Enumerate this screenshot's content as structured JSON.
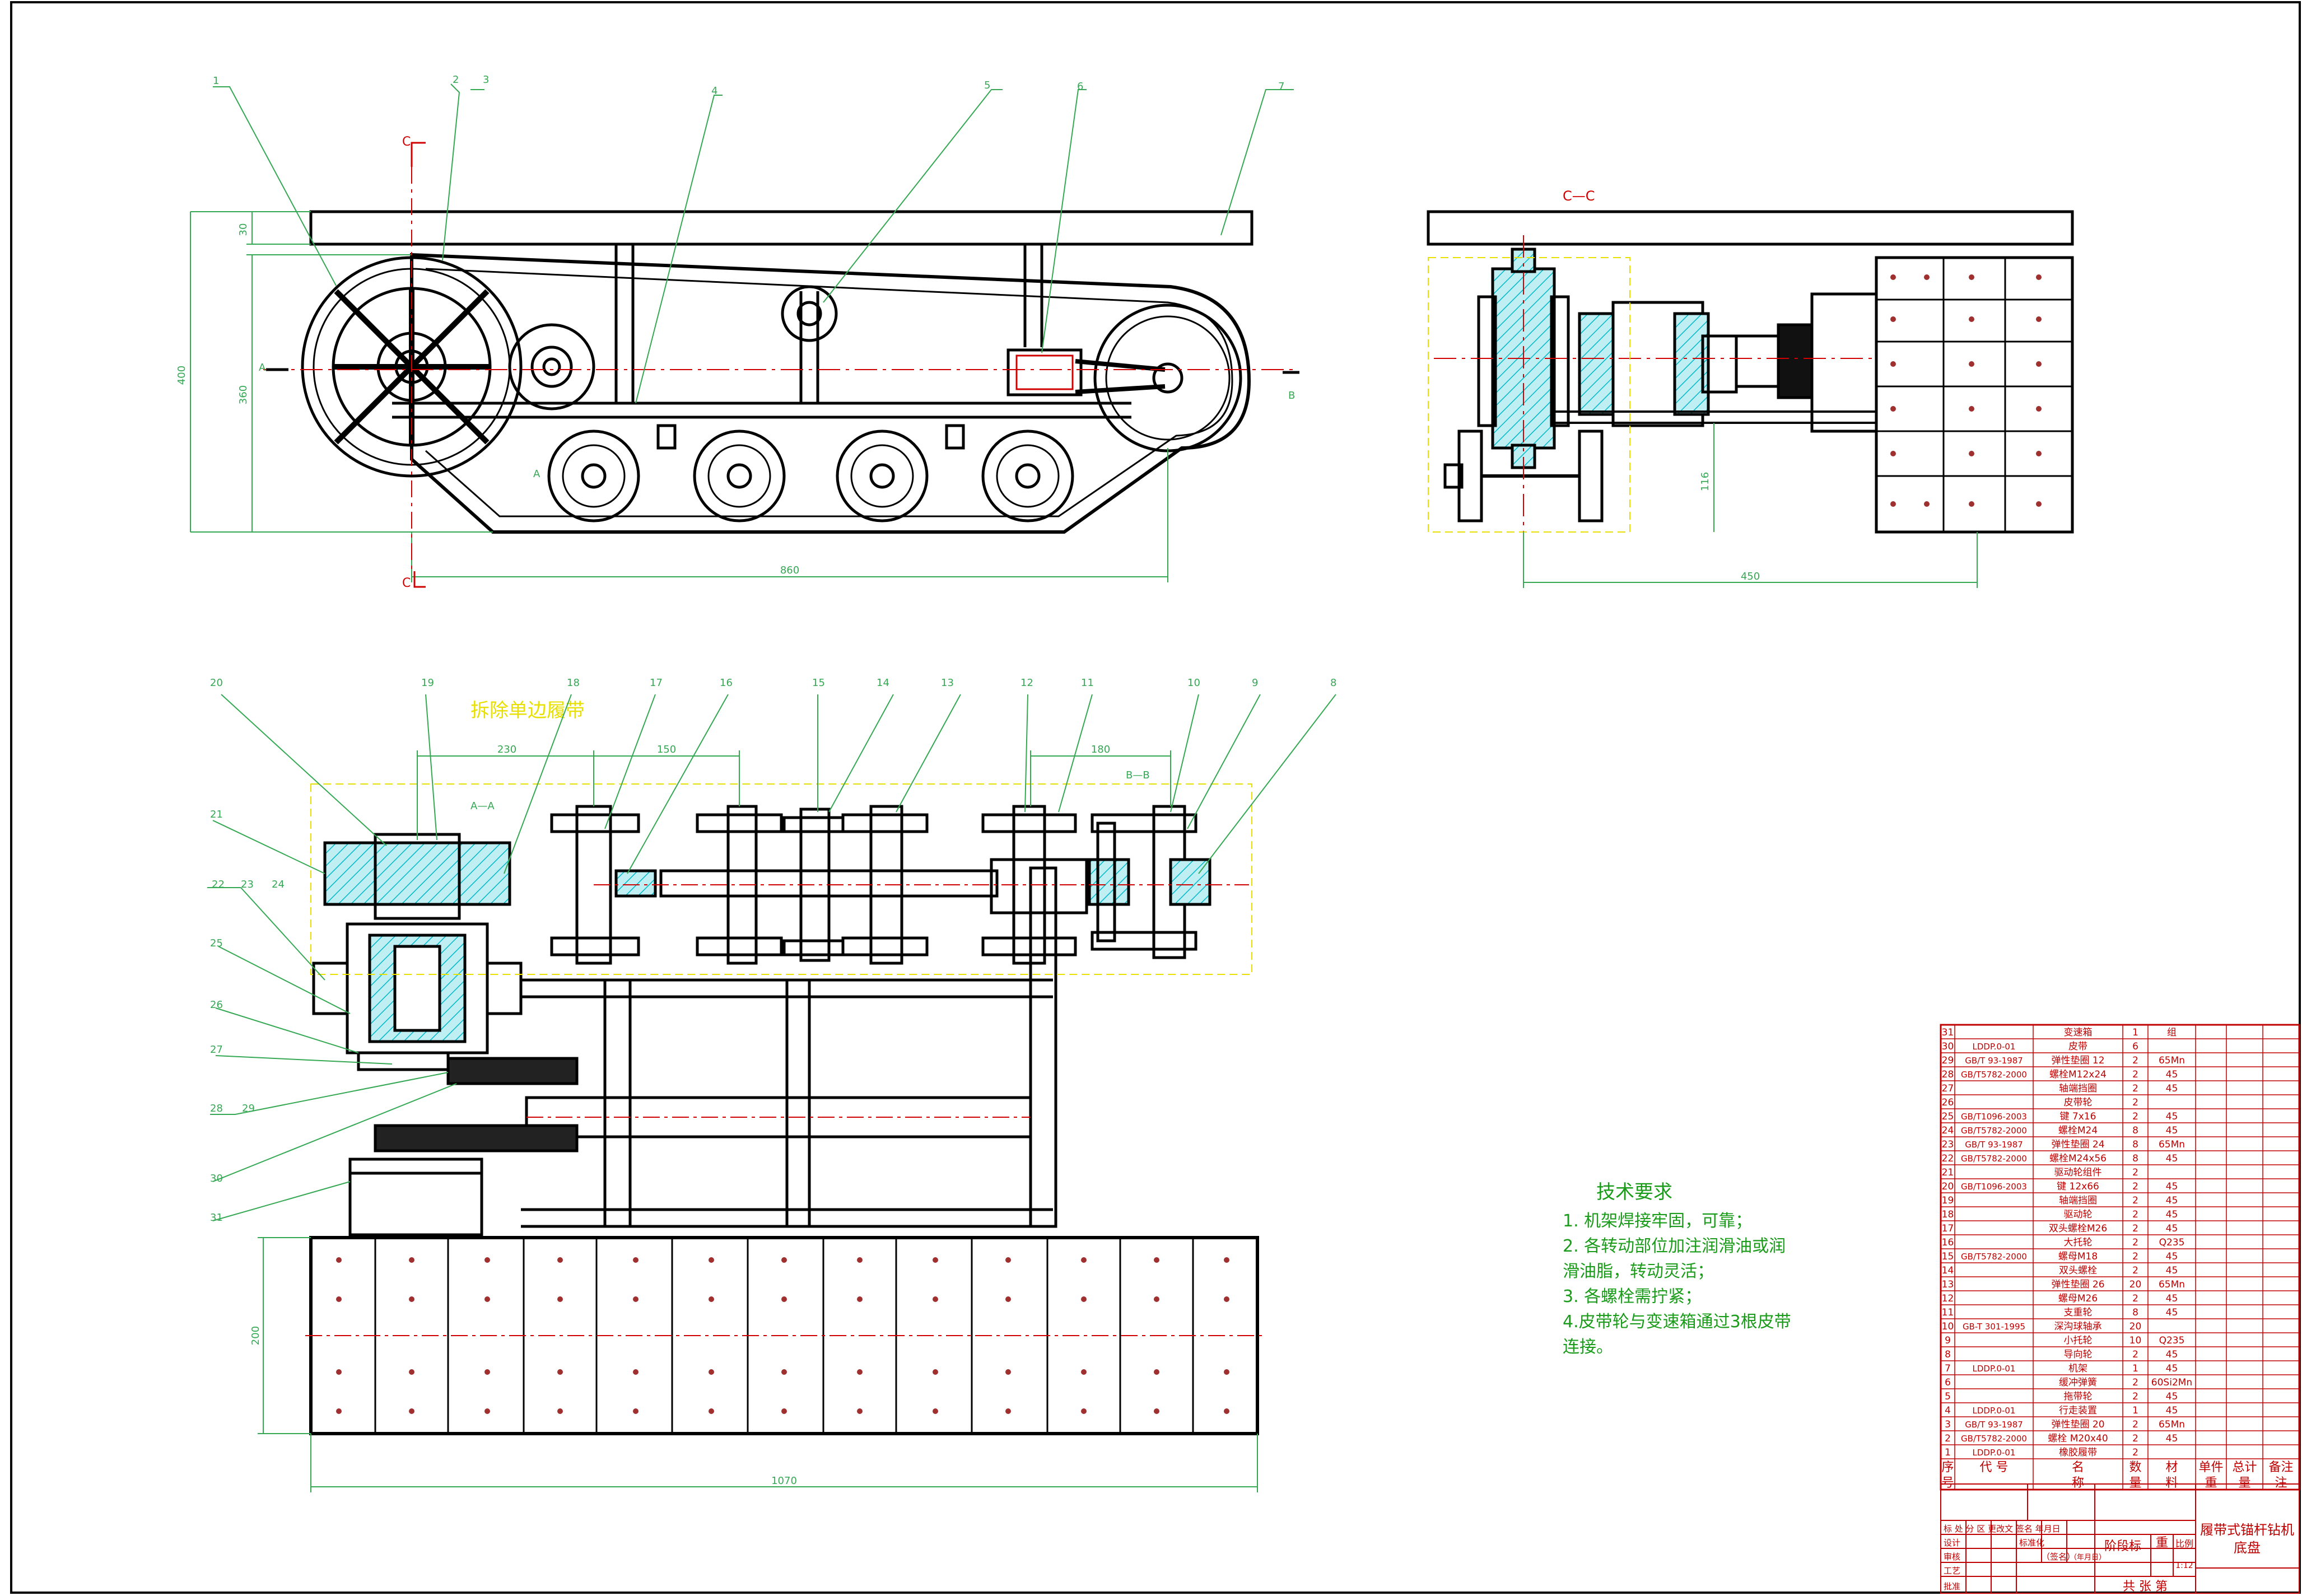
{
  "colors": {
    "outline": "#000000",
    "leader": "#34a853",
    "dimension": "#34a853",
    "section_hatch": "#00b8c8",
    "center_line": "#d00000",
    "title_block": "#c00000",
    "yellow_note": "#e8e000",
    "requirements_text": "#1a9c1a"
  },
  "views": {
    "side": {
      "section_label": "C—C",
      "dims": {
        "overall_height": "400",
        "upper_height": "360",
        "plate_thickness": "30",
        "length": "860"
      },
      "mark_top": "C",
      "mark_bottom": "C",
      "mark_left": "A",
      "mark_right": "B",
      "mark_wheel": "A"
    },
    "section": {
      "dims": {
        "width": "450",
        "height": "116"
      }
    },
    "plan": {
      "note": "拆除单边履带",
      "section_a": "A—A",
      "section_b": "B—B",
      "dims": {
        "d230": "230",
        "d150": "150",
        "d180": "180",
        "d200": "200",
        "d1070": "1070"
      }
    }
  },
  "part_callouts_top": [
    "1",
    "2",
    "3",
    "4",
    "5",
    "6",
    "7"
  ],
  "part_callouts_plan_top": [
    "20",
    "19",
    "18",
    "17",
    "16",
    "15",
    "14",
    "13",
    "12",
    "11",
    "10",
    "9",
    "8"
  ],
  "part_callouts_plan_left": [
    "21",
    "22",
    "23",
    "24",
    "25",
    "26",
    "27",
    "28",
    "29",
    "30",
    "31"
  ],
  "requirements": {
    "title": "技术要求",
    "lines": [
      "1. 机架焊接牢固，可靠；",
      "2. 各转动部位加注润滑油或润",
      "滑油脂，转动灵活；",
      "3. 各螺栓需拧紧；",
      "4.皮带轮与变速箱通过3根皮带",
      "连接。"
    ]
  },
  "bom": {
    "rows": [
      {
        "no": "31",
        "code": "",
        "name": "变速箱",
        "qty": "1",
        "mat": "组"
      },
      {
        "no": "30",
        "code": "LDDP.0-01",
        "name": "皮带",
        "qty": "6",
        "mat": ""
      },
      {
        "no": "29",
        "code": "GB/T 93-1987",
        "name": "弹性垫圈 12",
        "qty": "2",
        "mat": "65Mn"
      },
      {
        "no": "28",
        "code": "GB/T5782-2000",
        "name": "螺栓M12x24",
        "qty": "2",
        "mat": "45"
      },
      {
        "no": "27",
        "code": "",
        "name": "轴端挡圈",
        "qty": "2",
        "mat": "45"
      },
      {
        "no": "26",
        "code": "",
        "name": "皮带轮",
        "qty": "2",
        "mat": ""
      },
      {
        "no": "25",
        "code": "GB/T1096-2003",
        "name": "键 7x16",
        "qty": "2",
        "mat": "45"
      },
      {
        "no": "24",
        "code": "GB/T5782-2000",
        "name": "螺栓M24",
        "qty": "8",
        "mat": "45"
      },
      {
        "no": "23",
        "code": "GB/T 93-1987",
        "name": "弹性垫圈 24",
        "qty": "8",
        "mat": "65Mn"
      },
      {
        "no": "22",
        "code": "GB/T5782-2000",
        "name": "螺栓M24x56",
        "qty": "8",
        "mat": "45"
      },
      {
        "no": "21",
        "code": "",
        "name": "驱动轮组件",
        "qty": "2",
        "mat": ""
      },
      {
        "no": "20",
        "code": "GB/T1096-2003",
        "name": "键 12x66",
        "qty": "2",
        "mat": "45"
      },
      {
        "no": "19",
        "code": "",
        "name": "轴端挡圈",
        "qty": "2",
        "mat": "45"
      },
      {
        "no": "18",
        "code": "",
        "name": "驱动轮",
        "qty": "2",
        "mat": "45"
      },
      {
        "no": "17",
        "code": "",
        "name": "双头螺栓M26",
        "qty": "2",
        "mat": "45"
      },
      {
        "no": "16",
        "code": "",
        "name": "大托轮",
        "qty": "2",
        "mat": "Q235"
      },
      {
        "no": "15",
        "code": "GB/T5782-2000",
        "name": "螺母M18",
        "qty": "2",
        "mat": "45"
      },
      {
        "no": "14",
        "code": "",
        "name": "双头螺栓",
        "qty": "2",
        "mat": "45"
      },
      {
        "no": "13",
        "code": "",
        "name": "弹性垫圈 26",
        "qty": "20",
        "mat": "65Mn"
      },
      {
        "no": "12",
        "code": "",
        "name": "螺母M26",
        "qty": "2",
        "mat": "45"
      },
      {
        "no": "11",
        "code": "",
        "name": "支重轮",
        "qty": "8",
        "mat": "45"
      },
      {
        "no": "10",
        "code": "GB-T 301-1995",
        "name": "深沟球轴承",
        "qty": "20",
        "mat": ""
      },
      {
        "no": "9",
        "code": "",
        "name": "小托轮",
        "qty": "10",
        "mat": "Q235"
      },
      {
        "no": "8",
        "code": "",
        "name": "导向轮",
        "qty": "2",
        "mat": "45"
      },
      {
        "no": "7",
        "code": "LDDP.0-01",
        "name": "机架",
        "qty": "1",
        "mat": "45"
      },
      {
        "no": "6",
        "code": "",
        "name": "缓冲弹簧",
        "qty": "2",
        "mat": "60Si2Mn"
      },
      {
        "no": "5",
        "code": "",
        "name": "拖带轮",
        "qty": "2",
        "mat": "45"
      },
      {
        "no": "4",
        "code": "LDDP.0-01",
        "name": "行走装置",
        "qty": "1",
        "mat": "45"
      },
      {
        "no": "3",
        "code": "GB/T 93-1987",
        "name": "弹性垫圈 20",
        "qty": "2",
        "mat": "65Mn"
      },
      {
        "no": "2",
        "code": "GB/T5782-2000",
        "name": "螺栓 M20x40",
        "qty": "2",
        "mat": "45"
      },
      {
        "no": "1",
        "code": "LDDP.0-01",
        "name": "橡胶履带",
        "qty": "2",
        "mat": ""
      }
    ],
    "header": {
      "no": "序",
      "code": "代 号",
      "name": "名",
      "qty": "数",
      "mat": "材",
      "weight": "单件",
      "total": "总计",
      "remark": "备注"
    },
    "header_extra": {
      "name2": "称",
      "qty2": "量",
      "mat2": "料",
      "weight2": "重",
      "total2": "量",
      "remark2": "注",
      "no2": "号"
    }
  },
  "title_block": {
    "title_line1": "履带式锚杆钻机",
    "title_line2": "底盘",
    "weight_label": "重",
    "scale_label": "比例",
    "scale_value": "1:12",
    "stage_label": "阶段标",
    "sheet_label": "共 张 第",
    "row_marks": "标 处 分 区 更改文 签名 年月日",
    "design": "设计",
    "check": "审核",
    "process": "工艺",
    "approve": "批准",
    "std": "标准化",
    "sign": "（签名）",
    "date": "（年月日）"
  }
}
